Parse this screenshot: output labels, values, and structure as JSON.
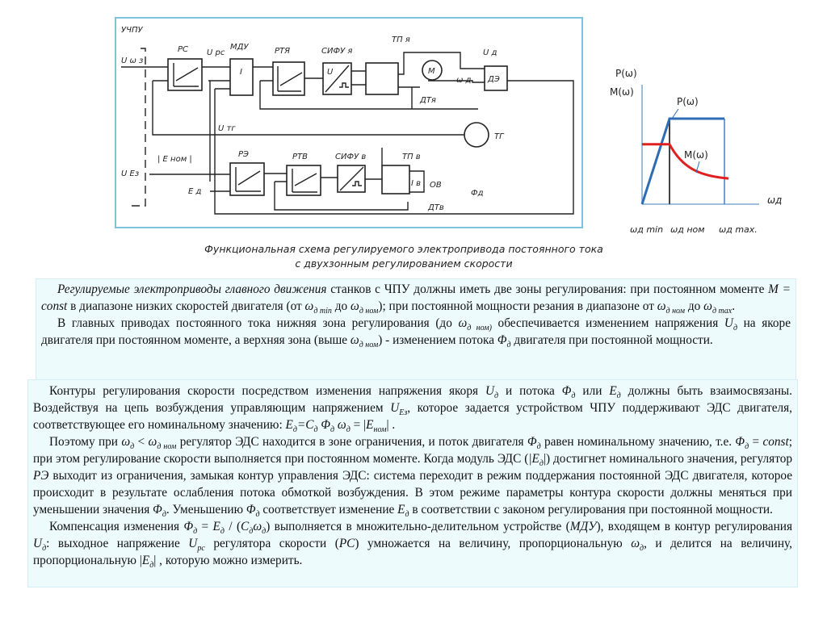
{
  "diagram": {
    "labels": {
      "uchpu": "УЧПУ",
      "rs": "РС",
      "u_rs": "U рс",
      "mdu": "МДУ",
      "mdu_inner": "I",
      "rtya": "РТЯ",
      "sifu_ya": "СИФУ я",
      "tp_ya": "ТП я",
      "u_d": "U д",
      "omega_d": "ω д",
      "de": "ДЭ",
      "dt_ya": "ДТя",
      "u_omega_z": "U ω з",
      "u_tg": "U тг",
      "tg": "ТГ",
      "e_nom": "| Е ном |",
      "u_ez": "U Eз",
      "re": "РЭ",
      "rtv": "РТВ",
      "sifu_v": "СИФУ в",
      "tp_v": "ТП в",
      "i_v": "I в",
      "ov": "ОВ",
      "phi_d": "Фд",
      "e_d": "E д",
      "dt_v": "ДТв",
      "motor": "M",
      "sifu_u": "U"
    }
  },
  "chart_data": {
    "type": "line",
    "ylabel_top": "P(ω)",
    "ylabel_bottom": "M(ω)",
    "xlabel": "ωд",
    "x_ticks": [
      "ωд min",
      "ωд ном",
      "ωд max."
    ],
    "series": [
      {
        "name": "P(ω)",
        "color": "#2e6db4",
        "points": [
          [
            0,
            0
          ],
          [
            1,
            1
          ],
          [
            3,
            1
          ]
        ]
      },
      {
        "name": "M(ω)",
        "color": "#e02020",
        "points": [
          [
            0,
            0.7
          ],
          [
            1,
            0.7
          ],
          [
            1.5,
            0.47
          ],
          [
            2,
            0.35
          ],
          [
            3,
            0.28
          ]
        ]
      }
    ],
    "series_labels": [
      "P(ω)",
      "M(ω)"
    ]
  },
  "caption": {
    "line1": "Функциональная схема регулируемого электропривода постоянного тока",
    "line2": "с двухзонным регулированием скорости"
  },
  "box1": [
    [
      {
        "t": "Регулируемые электроприводы главного движения",
        "s": "i"
      },
      {
        "t": " станков с ЧПУ должны иметь две зоны регулирования: при постоянном моменте "
      },
      {
        "t": "M = const",
        "s": "i"
      },
      {
        "t": " в диапазоне низких скоростей двигателя (от "
      },
      {
        "t": "ω",
        "s": "i"
      },
      {
        "t": "д min",
        "s": "sub"
      },
      {
        "t": " до "
      },
      {
        "t": "ω",
        "s": "i"
      },
      {
        "t": "д ном",
        "s": "sub"
      },
      {
        "t": "); при постоянной мощности резания в диапазоне от "
      },
      {
        "t": "ω",
        "s": "i"
      },
      {
        "t": "д ном",
        "s": "sub"
      },
      {
        "t": " до "
      },
      {
        "t": "ω",
        "s": "i"
      },
      {
        "t": "д max",
        "s": "sub"
      },
      {
        "t": "."
      }
    ],
    [
      {
        "t": "В главных приводах постоянного тока нижняя зона регулирования (до "
      },
      {
        "t": "ω",
        "s": "i"
      },
      {
        "t": "д ном)",
        "s": "sub"
      },
      {
        "t": " обеспечивается изменением напряжения "
      },
      {
        "t": "U",
        "s": "i"
      },
      {
        "t": "д",
        "s": "sub"
      },
      {
        "t": " на якоре двигателя при постоянном моменте, а верхняя зона (выше "
      },
      {
        "t": "ω",
        "s": "i"
      },
      {
        "t": "д ном",
        "s": "sub"
      },
      {
        "t": ") - изменением потока "
      },
      {
        "t": "Φ",
        "s": "i"
      },
      {
        "t": "д",
        "s": "sub"
      },
      {
        "t": " двигателя при постоянной мощности."
      }
    ]
  ],
  "box2": [
    [
      {
        "t": "Контуры регулирования скорости посредством изменения напряжения якоря "
      },
      {
        "t": "U",
        "s": "i"
      },
      {
        "t": "д",
        "s": "sub"
      },
      {
        "t": " и потока "
      },
      {
        "t": "Φ",
        "s": "i"
      },
      {
        "t": "д",
        "s": "sub"
      },
      {
        "t": " или "
      },
      {
        "t": "E",
        "s": "i"
      },
      {
        "t": "д",
        "s": "sub"
      },
      {
        "t": " должны быть взаимосвязаны. Воздействуя на цепь возбуждения управляющим напряжением "
      },
      {
        "t": "U",
        "s": "i"
      },
      {
        "t": "Eз",
        "s": "sub"
      },
      {
        "t": ",  которое задается устройством ЧПУ поддерживают ЭДС двигателя, соответствующее его номинальному значению:  "
      },
      {
        "t": "E",
        "s": "i"
      },
      {
        "t": "д",
        "s": "sub"
      },
      {
        "t": "=C",
        "s": "i"
      },
      {
        "t": "д",
        "s": "sub"
      },
      {
        "t": " Φ",
        "s": "i"
      },
      {
        "t": "д",
        "s": "sub"
      },
      {
        "t": " ω",
        "s": "i"
      },
      {
        "t": "д",
        "s": "sub"
      },
      {
        "t": " = |"
      },
      {
        "t": "E",
        "s": "i"
      },
      {
        "t": "ном",
        "s": "sub"
      },
      {
        "t": "| ."
      }
    ],
    [
      {
        "t": "Поэтому при "
      },
      {
        "t": "ω",
        "s": "i"
      },
      {
        "t": "д",
        "s": "sub"
      },
      {
        "t": " < "
      },
      {
        "t": "ω",
        "s": "i"
      },
      {
        "t": "д ном",
        "s": "sub"
      },
      {
        "t": " регулятор ЭДС находится в зоне ограничения, и поток двигателя "
      },
      {
        "t": "Φ",
        "s": "i"
      },
      {
        "t": "д",
        "s": "sub"
      },
      {
        "t": " равен номинальному значению, т.е. "
      },
      {
        "t": "Φ",
        "s": "i"
      },
      {
        "t": "д",
        "s": "sub"
      },
      {
        "t": " =  "
      },
      {
        "t": "const",
        "s": "i"
      },
      {
        "t": "; при этом регулирование скорости выполняется при постоянном моменте. Когда модуль ЭДС ("
      },
      {
        "t": "|E",
        "s": "i"
      },
      {
        "t": "д",
        "s": "sub"
      },
      {
        "t": "|) достигнет номинального значения, регулятор "
      },
      {
        "t": "РЭ",
        "s": "i"
      },
      {
        "t": " выходит из ограничения, замыкая контур управления ЭДС: система переходит в режим поддержания постоянной ЭДС двигателя, которое происходит в результате ослабления потока обмоткой возбуждения. В этом режиме параметры контура скорости должны меняться при уменьшении значения "
      },
      {
        "t": "Φ",
        "s": "i"
      },
      {
        "t": "д",
        "s": "sub"
      },
      {
        "t": ". Уменьшению "
      },
      {
        "t": "Φ",
        "s": "i"
      },
      {
        "t": "д",
        "s": "sub"
      },
      {
        "t": " соответствует изменение "
      },
      {
        "t": "E",
        "s": "i"
      },
      {
        "t": "д",
        "s": "sub"
      },
      {
        "t": " в соответствии с законом регулирования при постоянной мощности."
      }
    ],
    [
      {
        "t": "Компенсация изменения "
      },
      {
        "t": "Φ",
        "s": "i"
      },
      {
        "t": "д",
        "s": "sub"
      },
      {
        "t": " = "
      },
      {
        "t": "E",
        "s": "i"
      },
      {
        "t": "д",
        "s": "sub"
      },
      {
        "t": " / ("
      },
      {
        "t": "C",
        "s": "i"
      },
      {
        "t": "д",
        "s": "sub"
      },
      {
        "t": "ω",
        "s": "i"
      },
      {
        "t": "д",
        "s": "sub"
      },
      {
        "t": ") выполняется в множительно-делительном устройстве ("
      },
      {
        "t": "МДУ",
        "s": "i"
      },
      {
        "t": "), входящем в контур регулирования "
      },
      {
        "t": "U",
        "s": "i"
      },
      {
        "t": "д",
        "s": "sub"
      },
      {
        "t": ": выходное напряжение "
      },
      {
        "t": "U",
        "s": "i"
      },
      {
        "t": "рс",
        "s": "sub"
      },
      {
        "t": " регулятора скорости ("
      },
      {
        "t": "РС",
        "s": "i"
      },
      {
        "t": ") умножается на величину, пропорциональную "
      },
      {
        "t": "ω",
        "s": "i"
      },
      {
        "t": "д",
        "s": "sub"
      },
      {
        "t": ", и делится на величину, пропорциональную |"
      },
      {
        "t": "E",
        "s": "i"
      },
      {
        "t": "д",
        "s": "sub"
      },
      {
        "t": "| , которую можно измерить."
      }
    ]
  ]
}
